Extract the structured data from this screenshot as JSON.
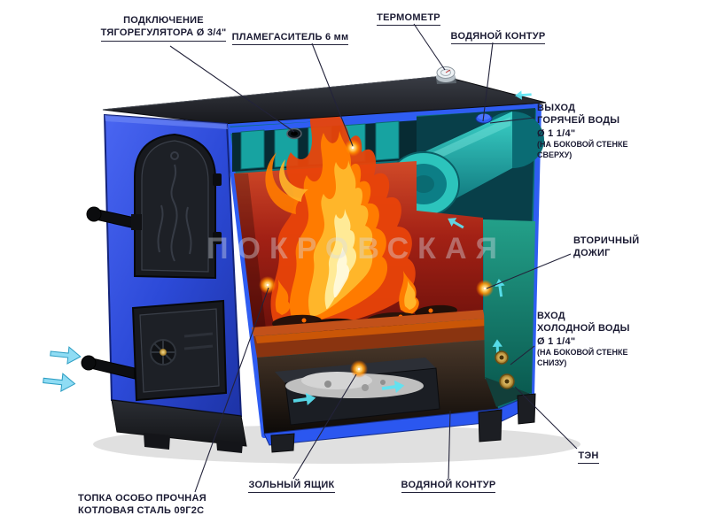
{
  "watermark": "ПОКРОВСКАЯ",
  "callouts": {
    "draft_regulator": {
      "line1": "ПОДКЛЮЧЕНИЕ",
      "line2": "ТЯГОРЕГУЛЯТОРА Ø 3/4\""
    },
    "flame_arrester": {
      "label": "ПЛАМЕГАСИТЕЛЬ 6 мм"
    },
    "thermometer": {
      "label": "ТЕРМОМЕТР"
    },
    "water_circuit_top": {
      "label": "ВОДЯНОЙ КОНТУР"
    },
    "hot_water_outlet": {
      "line1": "ВЫХОД",
      "line2": "ГОРЯЧЕЙ ВОДЫ",
      "line3": "Ø 1 1/4\"",
      "note1": "(НА БОКОВОЙ СТЕНКЕ",
      "note2": "СВЕРХУ)"
    },
    "secondary_afterburn": {
      "line1": "ВТОРИЧНЫЙ",
      "line2": "ДОЖИГ"
    },
    "cold_water_inlet": {
      "line1": "ВХОД",
      "line2": "ХОЛОДНОЙ ВОДЫ",
      "line3": "Ø 1 1/4\"",
      "note1": "(НА БОКОВОЙ СТЕНКЕ",
      "note2": "СНИЗУ)"
    },
    "heating_element": {
      "label": "ТЭН"
    },
    "water_circuit_bottom": {
      "label": "ВОДЯНОЙ КОНТУР"
    },
    "ash_box": {
      "label": "ЗОЛЬНЫЙ ЯЩИК"
    },
    "firebox": {
      "line1": "ТОПКА ОСОБО ПРОЧНАЯ",
      "line2": "КОТЛОВАЯ СТАЛЬ 09Г2С"
    }
  },
  "colors": {
    "body_blue": "#2f55e8",
    "water_teal": "#12989c",
    "fire_red": "#b32417",
    "flame_orange": "#ff8c00",
    "label_text": "#1b1b33",
    "marker_orange": "#ff9e00",
    "arrow_cyan": "#5ce4f4"
  }
}
